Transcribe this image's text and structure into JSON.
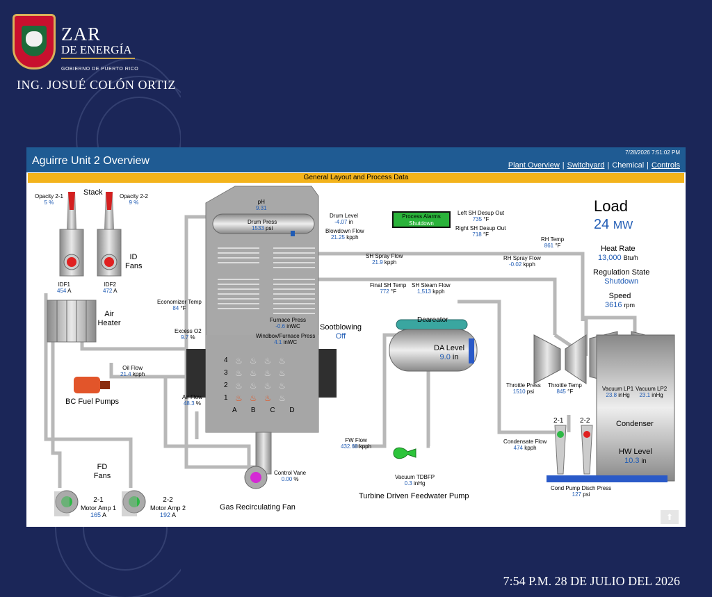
{
  "header": {
    "zar": "ZAR",
    "de_energia": "DE ENERGÍA",
    "gobierno": "GOBIERNO DE PUERTO RICO",
    "name": "ING. JOSUÉ COLÓN ORTIZ"
  },
  "footer": {
    "timestamp": "7:54 P.M. 28 DE JULIO DEL 2026"
  },
  "screen": {
    "title": "Aguirre Unit 2 Overview",
    "datetime": "7/28/2026 7:51:02 PM",
    "nav": [
      "Plant Overview",
      "Switchyard",
      "Chemical",
      "Controls"
    ],
    "subtitle": "General Layout and Process Data",
    "stack": "Stack",
    "opacity1": {
      "label": "Opacity 2-1",
      "value": "5",
      "unit": "%"
    },
    "opacity2": {
      "label": "Opacity 2-2",
      "value": "9",
      "unit": "%"
    },
    "id_fans": "ID Fans",
    "idf1": {
      "label": "IDF1",
      "value": "454",
      "unit": "A"
    },
    "idf2": {
      "label": "IDF2",
      "value": "472",
      "unit": "A"
    },
    "air_heater": "Air Heater",
    "ph": {
      "label": "pH",
      "value": "9.31"
    },
    "drum_press": {
      "label": "Drum Press",
      "value": "1533",
      "unit": "psi"
    },
    "drum_level": {
      "label": "Drum Level",
      "value": "-4.07",
      "unit": "in"
    },
    "blowdown": {
      "label": "Blowdown Flow",
      "value": "21.25",
      "unit": "kpph"
    },
    "econ_temp": {
      "label": "Economizer Temp",
      "value": "84",
      "unit": "°F"
    },
    "excess_o2": {
      "label": "Excess O2",
      "value": "9.7",
      "unit": "%"
    },
    "furnace_press": {
      "label": "Furnace Press",
      "value": "-0.6",
      "unit": "inWC"
    },
    "windbox": {
      "label": "Windbox/Furnace Press",
      "value": "4.1",
      "unit": "inWC"
    },
    "sootblowing": {
      "label": "Sootblowing",
      "value": "Off"
    },
    "oil_flow": {
      "label": "Oil Flow",
      "value": "21.4",
      "unit": "kpph"
    },
    "fuel_pumps": "BC Fuel Pumps",
    "air_flow": {
      "label": "Air Flow",
      "value": "48.3",
      "unit": "%"
    },
    "burner_rows": [
      "4",
      "3",
      "2",
      "1"
    ],
    "burner_cols": [
      "A",
      "B",
      "C",
      "D"
    ],
    "fd_fans": "FD Fans",
    "fd1": {
      "id": "2-1",
      "label": "Motor Amp 1",
      "value": "165",
      "unit": "A"
    },
    "fd2": {
      "id": "2-2",
      "label": "Motor Amp 2",
      "value": "192",
      "unit": "A"
    },
    "control_vane": {
      "label": "Control Vane",
      "value": "0.00",
      "unit": "%"
    },
    "gas_recirc": "Gas Recirculating Fan",
    "alarm": {
      "label": "Process Alarms",
      "status": "Shutdown"
    },
    "left_sh": {
      "label": "Left SH Desup Out",
      "value": "735",
      "unit": "°F"
    },
    "right_sh": {
      "label": "Right SH Desup Out",
      "value": "718",
      "unit": "°F"
    },
    "sh_spray": {
      "label": "SH Spray Flow",
      "value": "21.9",
      "unit": "kpph"
    },
    "rh_spray": {
      "label": "RH Spray Flow",
      "value": "-0.02",
      "unit": "kpph"
    },
    "rh_temp": {
      "label": "RH Temp",
      "value": "861",
      "unit": "°F"
    },
    "final_sh": {
      "label": "Final SH Temp",
      "value": "772",
      "unit": "°F"
    },
    "sh_steam": {
      "label": "SH Steam Flow",
      "value": "1,513",
      "unit": "kpph"
    },
    "deaerator": "Deareator",
    "da_level": {
      "label": "DA Level",
      "value": "9.0",
      "unit": "in"
    },
    "fw_flow": {
      "label": "FW Flow",
      "value": "432.68",
      "unit": "kpph"
    },
    "tdbfp": {
      "label": "Vacuum TDBFP",
      "value": "0.3",
      "unit": "inHg"
    },
    "tdfp": "Turbine Driven Feedwater Pump",
    "load": {
      "label": "Load",
      "value": "24",
      "unit": "MW"
    },
    "heat_rate": {
      "label": "Heat Rate",
      "value": "13,000",
      "unit": "Btu/h"
    },
    "regulation": {
      "label": "Regulation State",
      "value": "Shutdown"
    },
    "speed": {
      "label": "Speed",
      "value": "3616",
      "unit": "rpm"
    },
    "throttle_press": {
      "label": "Throttle Press",
      "value": "1510",
      "unit": "psi"
    },
    "throttle_temp": {
      "label": "Throttle Temp",
      "value": "845",
      "unit": "°F"
    },
    "vac_lp1": {
      "label": "Vacuum LP1",
      "value": "23.8",
      "unit": "inHg"
    },
    "vac_lp2": {
      "label": "Vacuum LP2",
      "value": "23.1",
      "unit": "inHg"
    },
    "condenser": "Condenser",
    "hw_level": {
      "label": "HW Level",
      "value": "10.3",
      "unit": "in"
    },
    "cond_flow": {
      "label": "Condensate Flow",
      "value": "474",
      "unit": "kpph"
    },
    "cond_pump1": "2-1",
    "cond_pump2": "2-2",
    "cond_disch": {
      "label": "Cond Pump Disch Press",
      "value": "127",
      "unit": "psi"
    }
  }
}
